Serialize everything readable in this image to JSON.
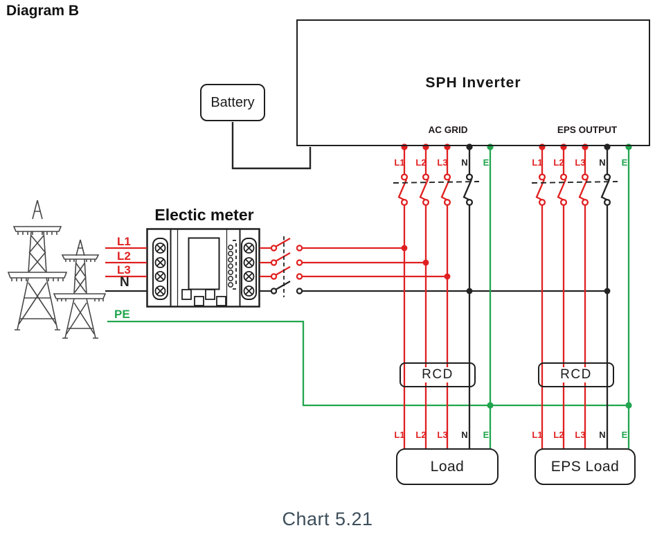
{
  "title": "Diagram B",
  "caption": "Chart 5.21",
  "inverter": {
    "label": "SPH Inverter",
    "ac_grid": "AC GRID",
    "eps_output": "EPS OUTPUT"
  },
  "battery": {
    "label": "Battery"
  },
  "meter": {
    "label": "Electic meter"
  },
  "supply": {
    "l1": "L1",
    "l2": "L2",
    "l3": "L3",
    "n": "N",
    "pe": "PE"
  },
  "terminals": {
    "l1": "L1",
    "l2": "L2",
    "l3": "L3",
    "n": "N",
    "e": "E"
  },
  "rcd": {
    "label": "RCD"
  },
  "load": {
    "label": "Load"
  },
  "eps_load": {
    "label": "EPS Load"
  },
  "colors": {
    "phase_red": "#e02020",
    "neutral_black": "#232323",
    "earth_green": "#21a54e",
    "caption_gray": "#3d4e5a"
  }
}
